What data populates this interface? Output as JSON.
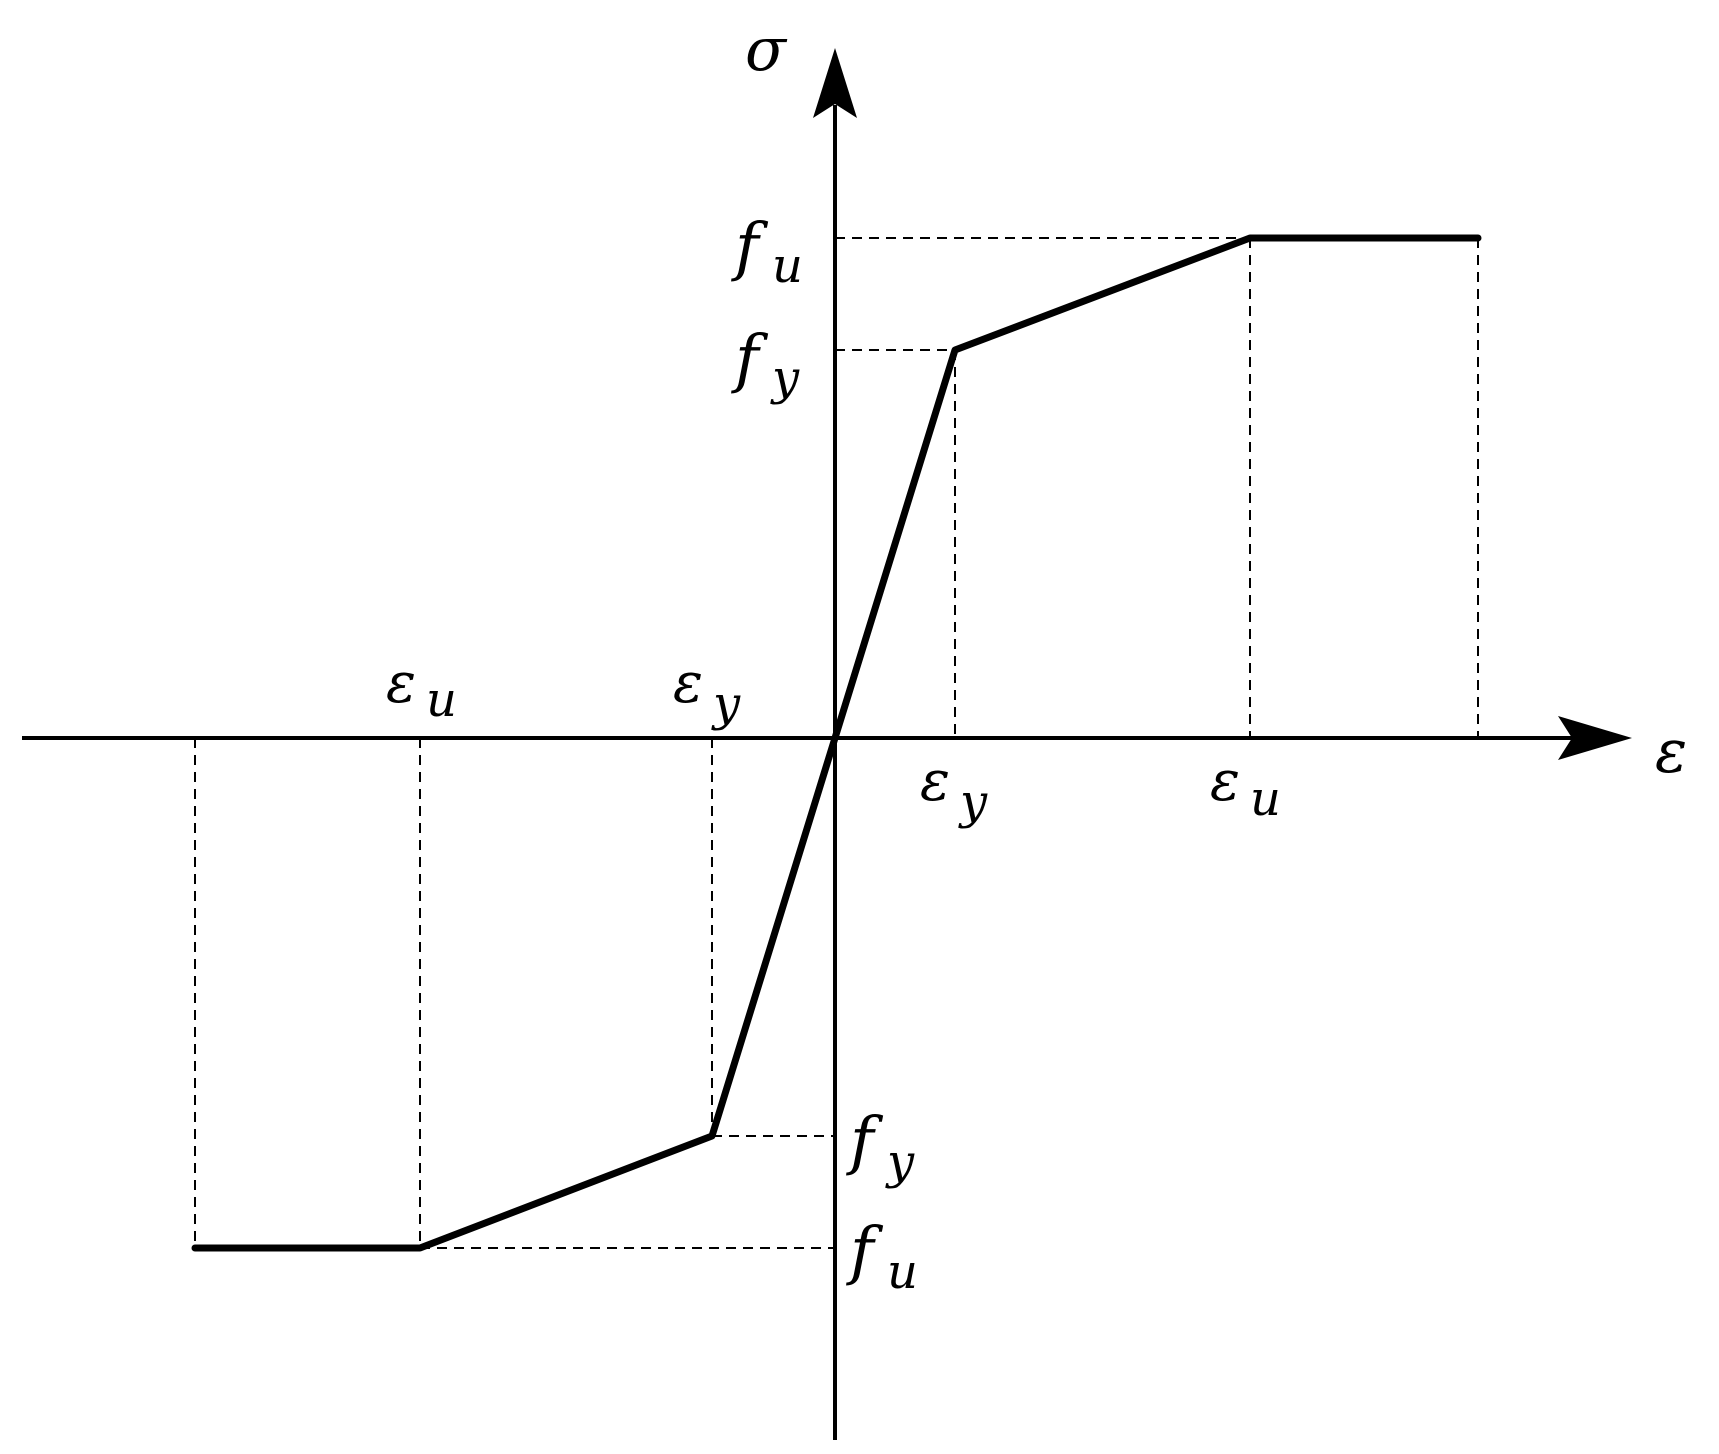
{
  "labels": {
    "y_axis": "σ",
    "x_axis": "ε",
    "eps_base": "ε",
    "f_base": "f",
    "sub_y": "y",
    "sub_u": "u"
  }
}
